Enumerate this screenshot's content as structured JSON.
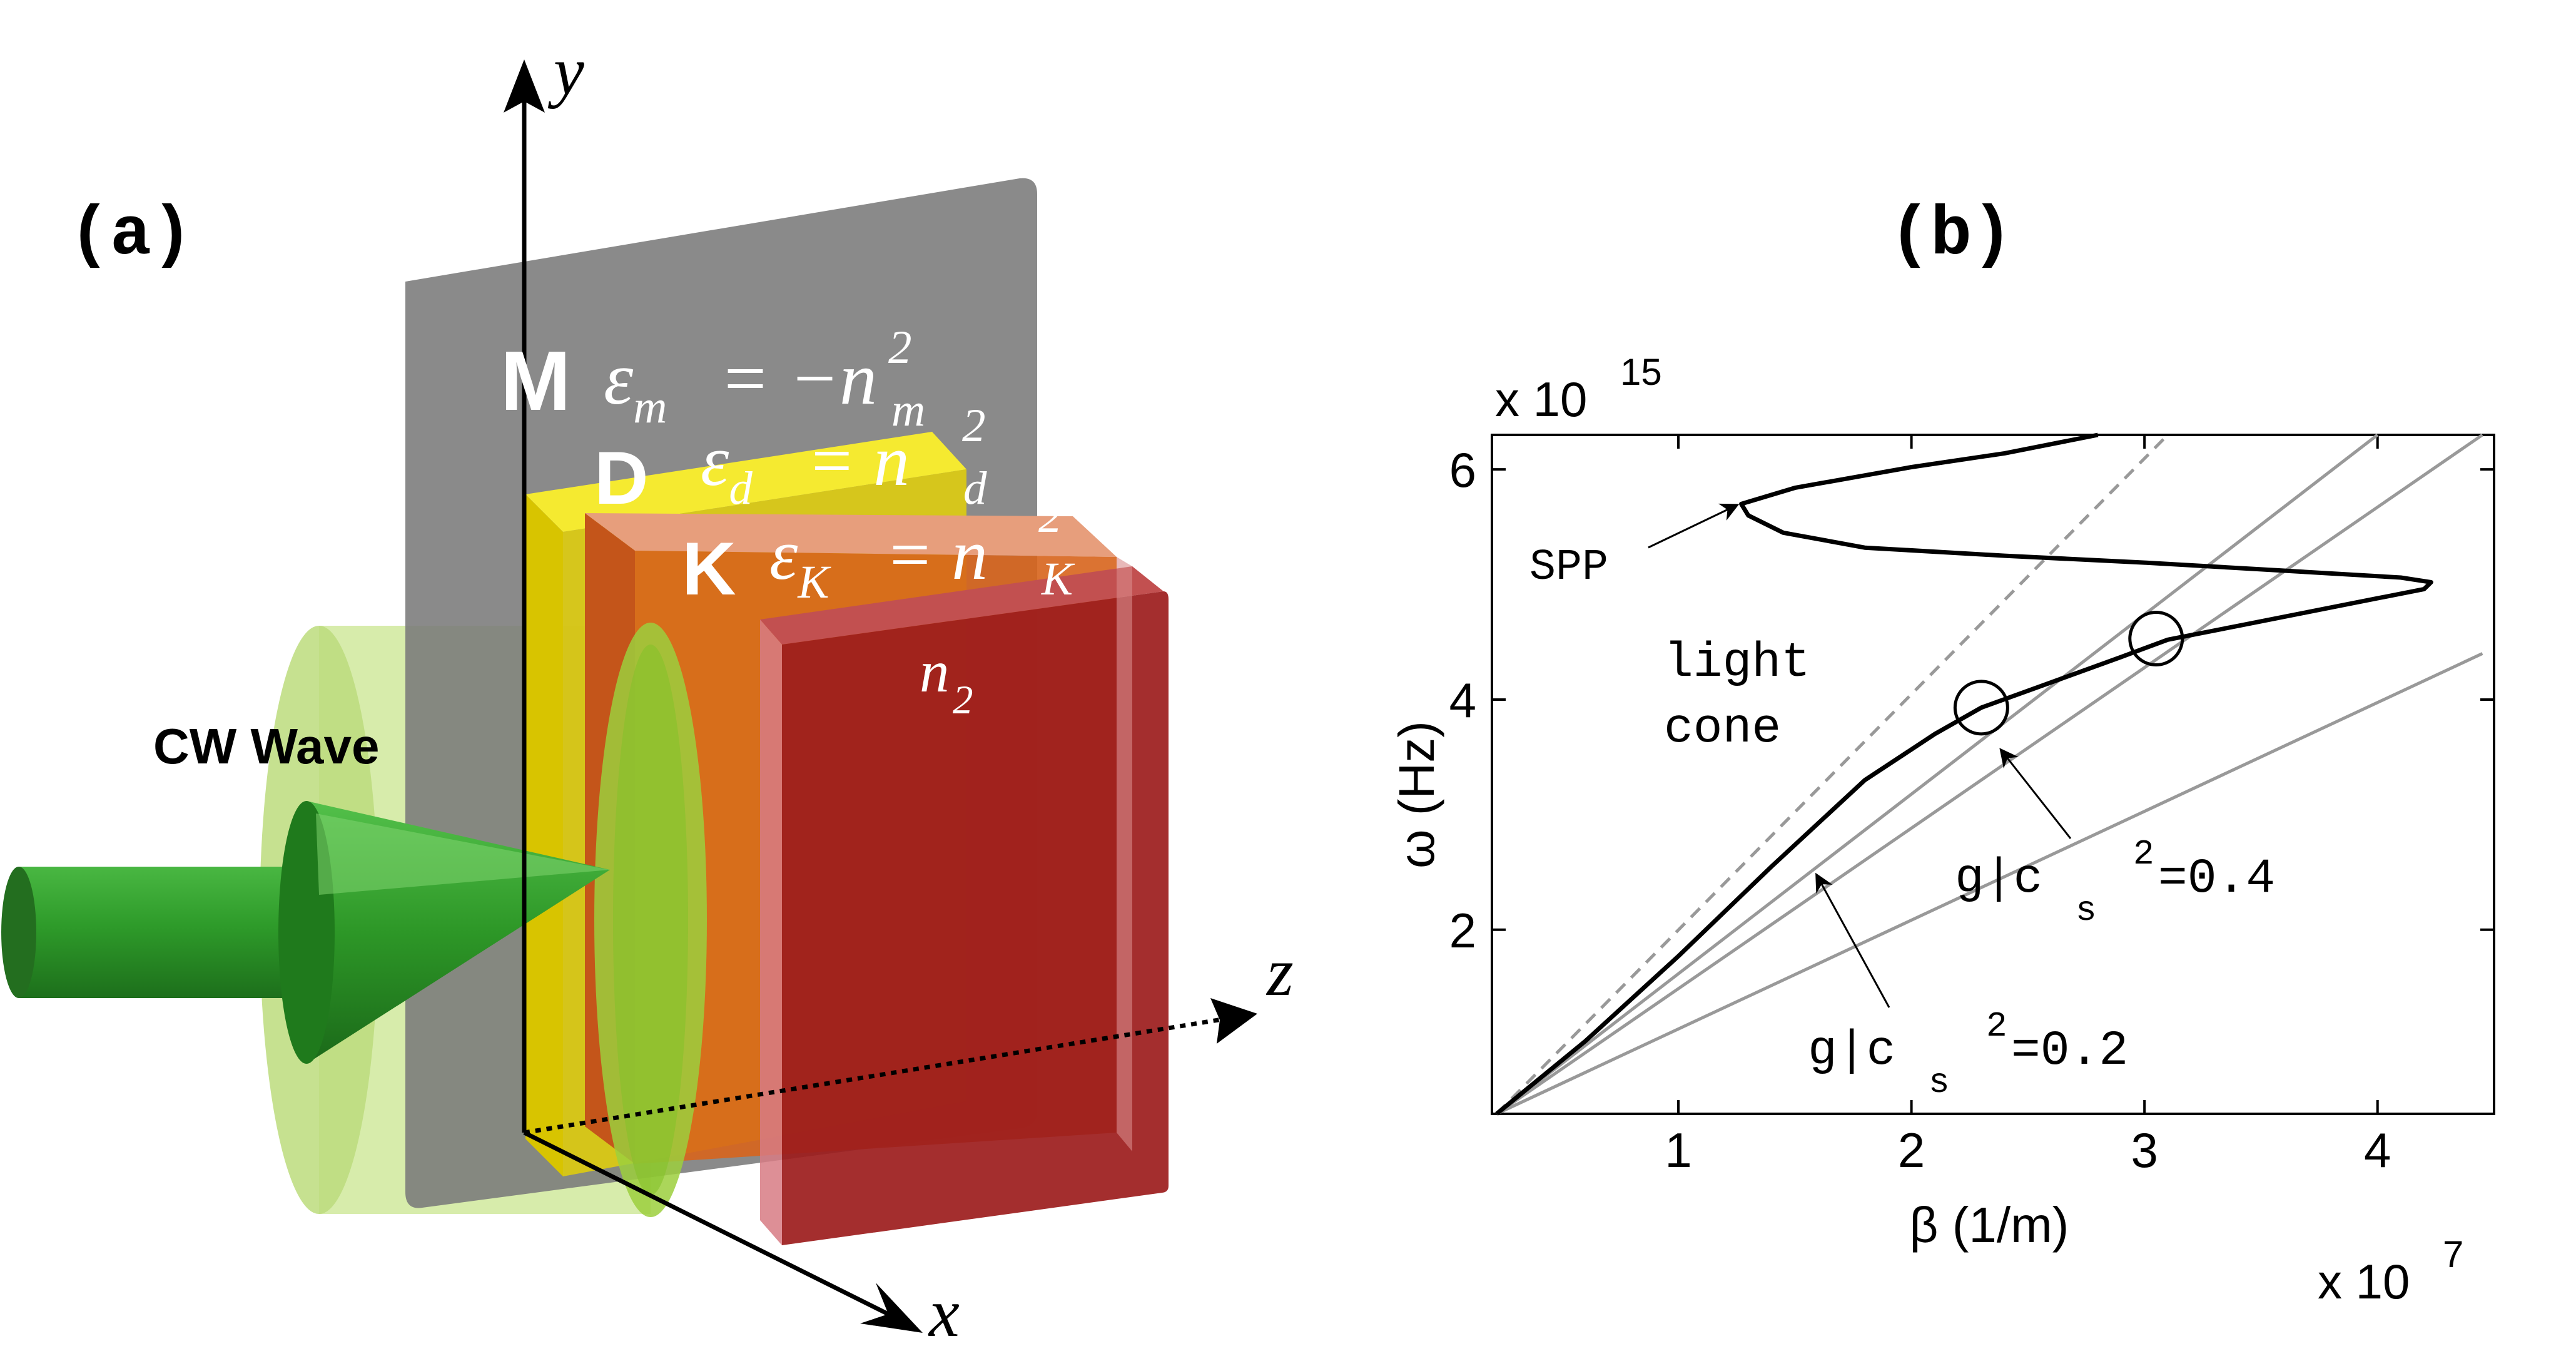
{
  "panel_a": {
    "label": "(a)",
    "axes": {
      "y": "y",
      "z": "z",
      "x": "x"
    },
    "beam_label": "CW Wave",
    "layers": [
      {
        "letter": "M",
        "eps_sub": "m",
        "operator": "= −n",
        "n_sub": "m",
        "power": "2",
        "color": "#7a7a7a"
      },
      {
        "letter": "D",
        "eps_sub": "d",
        "operator": "=  n",
        "n_sub": "d",
        "power": "2",
        "color": "#f2e000"
      },
      {
        "letter": "K",
        "eps_sub": "K",
        "operator": "=  n",
        "n_sub": "K",
        "power": "2",
        "color": "#d25f1c"
      }
    ],
    "substrate": {
      "symbol": "n",
      "sub": "2",
      "color": "#9c1c1c"
    },
    "beam_color": "#2e9b2a",
    "cone_color": "#bfe07a"
  },
  "panel_b": {
    "label": "(b)",
    "x_scale": "x 10",
    "x_scale_exp": "7",
    "y_scale": "x 10",
    "y_scale_exp": "15",
    "xlabel": "β (1/m)",
    "ylabel": "ω (Hz)",
    "annotations": {
      "spp": "SPP",
      "light_cone_1": "light",
      "light_cone_2": "cone",
      "g04_pre": "g|c",
      "g04_sub": "s",
      "g04_sup": "2",
      "g04_post": "=0.4",
      "g02_pre": "g|c",
      "g02_sub": "s",
      "g02_sup": "2",
      "g02_post": "=0.2"
    }
  },
  "chart_data": {
    "type": "line",
    "xlabel": "β (1/m)",
    "ylabel": "ω (Hz)",
    "x_unit_scale": "1e7",
    "y_unit_scale": "1e15",
    "xlim": [
      0.2,
      4.5
    ],
    "ylim": [
      0.4,
      6.3
    ],
    "xticks": [
      1,
      2,
      3,
      4
    ],
    "yticks": [
      2,
      4,
      6
    ],
    "grid": false,
    "legend": "none",
    "series": [
      {
        "color": "#000000",
        "dash": "solid",
        "x": [
          0.22,
          0.6,
          1.0,
          1.4,
          1.8,
          2.1,
          2.3,
          2.6,
          2.9,
          3.1,
          3.4,
          3.7,
          4.0,
          4.2,
          4.23,
          4.1,
          3.6,
          3.0,
          2.4,
          1.8,
          1.45,
          1.3,
          1.27,
          1.5,
          2.0,
          2.4,
          2.8
        ],
        "y": [
          0.4,
          1.03,
          1.77,
          2.55,
          3.3,
          3.7,
          3.93,
          4.15,
          4.37,
          4.52,
          4.64,
          4.76,
          4.88,
          4.96,
          5.02,
          5.06,
          5.12,
          5.19,
          5.25,
          5.32,
          5.45,
          5.6,
          5.7,
          5.84,
          6.02,
          6.14,
          6.3
        ]
      },
      {
        "color": "#999999",
        "dash": "dashed",
        "x": [
          0.22,
          3.1
        ],
        "y": [
          0.4,
          6.3
        ]
      },
      {
        "color": "#999999",
        "dash": "solid",
        "x": [
          0.22,
          4.0
        ],
        "y": [
          0.4,
          6.3
        ]
      },
      {
        "color": "#999999",
        "dash": "solid",
        "x": [
          0.22,
          4.45
        ],
        "y": [
          0.4,
          6.3
        ]
      },
      {
        "color": "#999999",
        "dash": "solid",
        "x": [
          0.22,
          4.45
        ],
        "y": [
          0.4,
          4.4
        ]
      }
    ],
    "markers": [
      {
        "shape": "circle",
        "x": 2.3,
        "y": 3.93
      },
      {
        "shape": "circle",
        "x": 3.05,
        "y": 4.53
      }
    ]
  }
}
